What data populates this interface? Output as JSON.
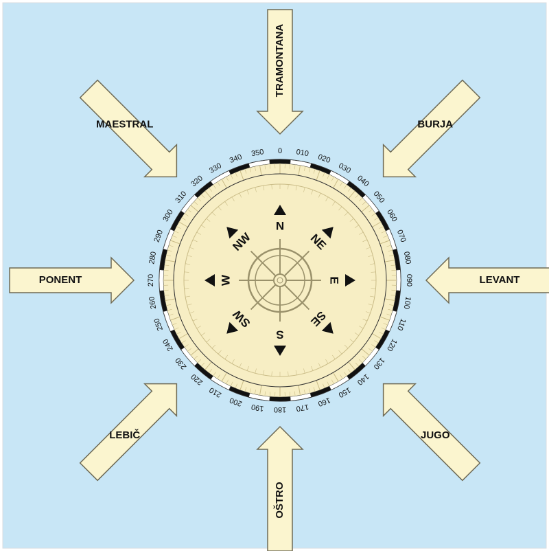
{
  "winds": [
    {
      "id": "north",
      "name": "TRAMONTANA",
      "angle": 0
    },
    {
      "id": "northeast",
      "name": "BURJA",
      "angle": 45
    },
    {
      "id": "east",
      "name": "LEVANT",
      "angle": 90
    },
    {
      "id": "southeast",
      "name": "JUGO",
      "angle": 135
    },
    {
      "id": "south",
      "name": "OŠTRO",
      "angle": 180
    },
    {
      "id": "southwest",
      "name": "LEBIČ",
      "angle": 225
    },
    {
      "id": "west",
      "name": "PONENT",
      "angle": 270
    },
    {
      "id": "northwest",
      "name": "MAESTRAL",
      "angle": 315
    }
  ],
  "degree_labels": [
    "0",
    "010",
    "020",
    "030",
    "040",
    "050",
    "060",
    "070",
    "080",
    "090",
    "100",
    "110",
    "120",
    "130",
    "140",
    "150",
    "160",
    "170",
    "180",
    "190",
    "200",
    "210",
    "220",
    "230",
    "240",
    "250",
    "260",
    "270",
    "280",
    "290",
    "300",
    "310",
    "320",
    "330",
    "340",
    "350"
  ],
  "cardinal_labels": [
    {
      "text": "N",
      "angle": 0
    },
    {
      "text": "NE",
      "angle": 45
    },
    {
      "text": "E",
      "angle": 90
    },
    {
      "text": "SE",
      "angle": 135
    },
    {
      "text": "S",
      "angle": 180
    },
    {
      "text": "SW",
      "angle": 225
    },
    {
      "text": "W",
      "angle": 270
    },
    {
      "text": "NW",
      "angle": 315
    }
  ],
  "colors": {
    "background": "#c8e6f6",
    "arrow_fill": "#fbf5cf",
    "rose_fill": "#f7eec4",
    "stroke": "#6e6a55",
    "tick": "#111111"
  }
}
